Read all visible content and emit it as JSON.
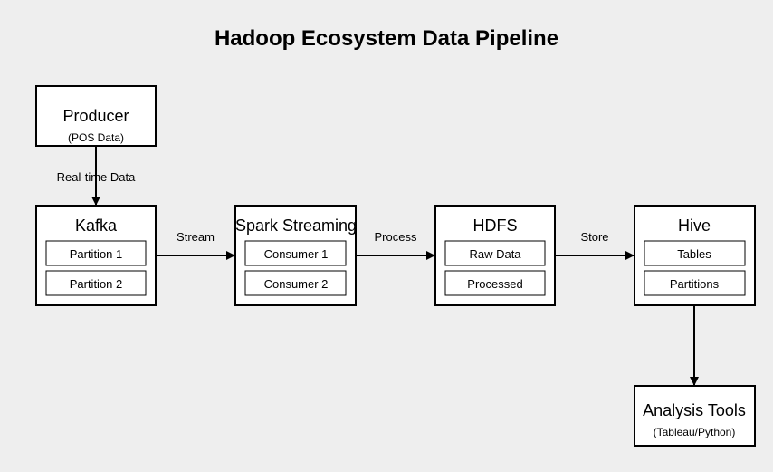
{
  "title": "Hadoop Ecosystem Data Pipeline",
  "nodes": {
    "producer": {
      "label": "Producer",
      "sublabel": "(POS Data)"
    },
    "kafka": {
      "label": "Kafka",
      "items": [
        "Partition 1",
        "Partition 2"
      ]
    },
    "spark": {
      "label": "Spark Streaming",
      "items": [
        "Consumer 1",
        "Consumer 2"
      ]
    },
    "hdfs": {
      "label": "HDFS",
      "items": [
        "Raw Data",
        "Processed"
      ]
    },
    "hive": {
      "label": "Hive",
      "items": [
        "Tables",
        "Partitions"
      ]
    },
    "analysis": {
      "label": "Analysis Tools",
      "sublabel": "(Tableau/Python)"
    }
  },
  "edges": {
    "producer_kafka": "Real-time Data",
    "kafka_spark": "Stream",
    "spark_hdfs": "Process",
    "hdfs_hive": "Store"
  }
}
